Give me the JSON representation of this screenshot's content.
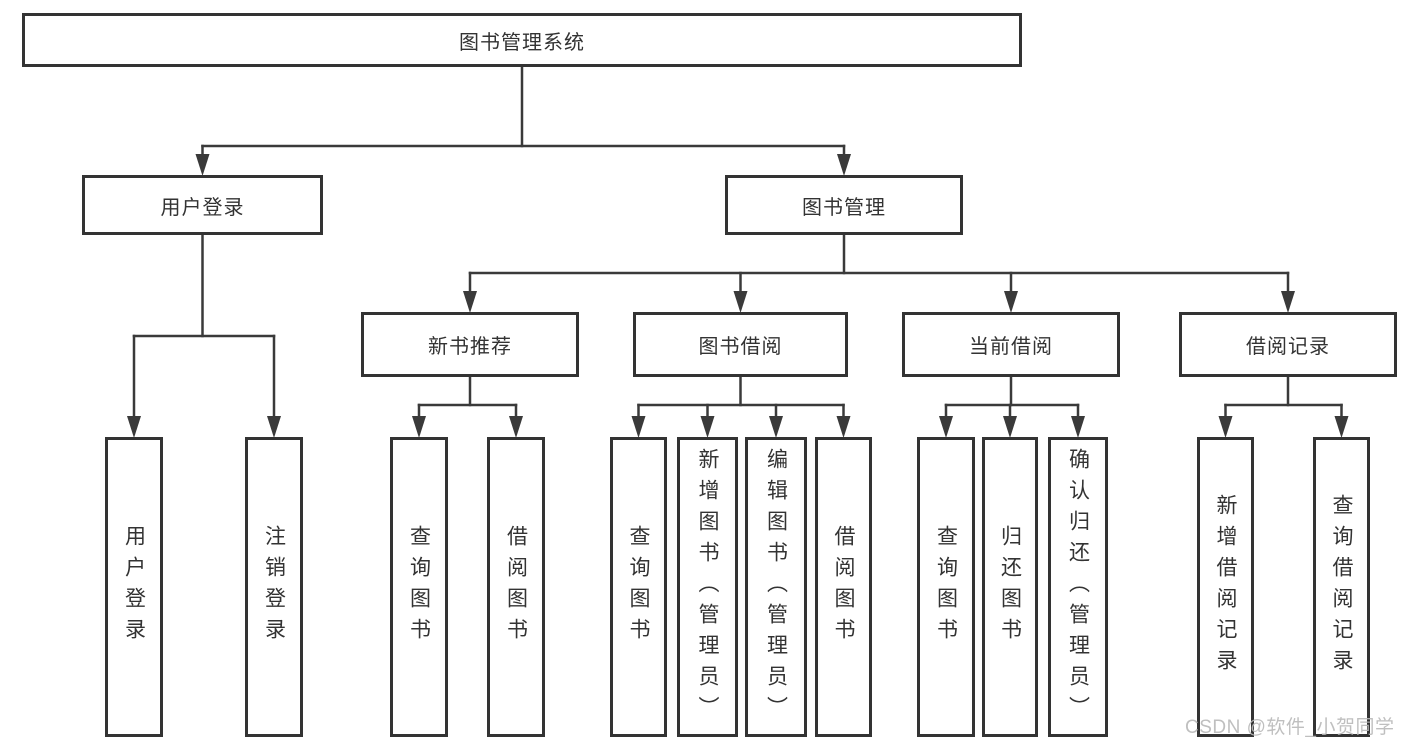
{
  "diagram": {
    "type": "tree",
    "title": "图书管理系统",
    "nodes": {
      "root": {
        "label": "图书管理系统"
      },
      "user-login": {
        "label": "用户登录"
      },
      "book-mgmt": {
        "label": "图书管理"
      },
      "login": {
        "label": "用户登录"
      },
      "logout": {
        "label": "注销登录"
      },
      "new-book-rec": {
        "label": "新书推荐"
      },
      "book-borrow": {
        "label": "图书借阅"
      },
      "current-borrow": {
        "label": "当前借阅"
      },
      "borrow-records": {
        "label": "借阅记录"
      },
      "nbr-query-books": {
        "label": "查询图书"
      },
      "nbr-borrow-books": {
        "label": "借阅图书"
      },
      "bb-query-books": {
        "label": "查询图书"
      },
      "bb-add-books": {
        "label": "新增图书（管理员）"
      },
      "bb-edit-books": {
        "label": "编辑图书（管理员）"
      },
      "bb-borrow-books": {
        "label": "借阅图书"
      },
      "cb-query-books": {
        "label": "查询图书"
      },
      "cb-return-books": {
        "label": "归还图书"
      },
      "cb-confirm-return": {
        "label": "确认归还（管理员）"
      },
      "br-add-record": {
        "label": "新增借阅记录"
      },
      "br-query-record": {
        "label": "查询借阅记录"
      }
    },
    "edges": [
      [
        "root",
        "user-login"
      ],
      [
        "root",
        "book-mgmt"
      ],
      [
        "user-login",
        "login"
      ],
      [
        "user-login",
        "logout"
      ],
      [
        "book-mgmt",
        "new-book-rec"
      ],
      [
        "book-mgmt",
        "book-borrow"
      ],
      [
        "book-mgmt",
        "current-borrow"
      ],
      [
        "book-mgmt",
        "borrow-records"
      ],
      [
        "new-book-rec",
        "nbr-query-books"
      ],
      [
        "new-book-rec",
        "nbr-borrow-books"
      ],
      [
        "book-borrow",
        "bb-query-books"
      ],
      [
        "book-borrow",
        "bb-add-books"
      ],
      [
        "book-borrow",
        "bb-edit-books"
      ],
      [
        "book-borrow",
        "bb-borrow-books"
      ],
      [
        "current-borrow",
        "cb-query-books"
      ],
      [
        "current-borrow",
        "cb-return-books"
      ],
      [
        "current-borrow",
        "cb-confirm-return"
      ],
      [
        "borrow-records",
        "br-add-record"
      ],
      [
        "borrow-records",
        "br-query-record"
      ]
    ]
  },
  "watermark": {
    "text": "CSDN @软件_小贺同学"
  },
  "colors": {
    "line": "#3a3a3a",
    "box_border": "#333333",
    "box_fill": "#ffffff",
    "text": "#333333",
    "watermark": "#b9b9b9",
    "background": "#ffffff"
  }
}
